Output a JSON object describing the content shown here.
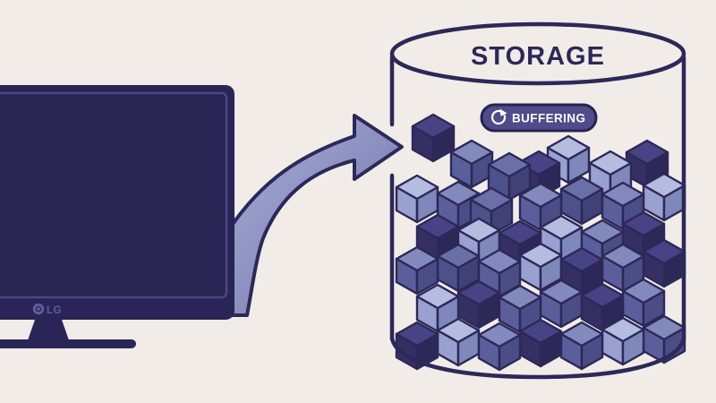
{
  "scene": {
    "background_color": "#f1ece7",
    "outline_color": "#2c2858"
  },
  "tv": {
    "brand": "LG",
    "frame_color": "#2a2557",
    "screen_color": "#292452",
    "inner_line_color": "#4b4887",
    "logo_color": "#605d9d"
  },
  "arrow": {
    "fill_from": "#a9aed6",
    "fill_to": "#6e73ab",
    "outline": "#2c2858"
  },
  "storage": {
    "label": "STORAGE",
    "label_color": "#2c2858",
    "outline_color": "#2c2858"
  },
  "buffering": {
    "label": "BUFFERING",
    "icon": "refresh-icon",
    "bg_color": "#4f4c8b",
    "border_color": "#272351",
    "text_color": "#ffffff"
  },
  "cubes": {
    "outline": "#2c2858",
    "size": 23,
    "variants": {
      "d": {
        "top": "#474384",
        "left": "#343064",
        "right": "#2c2857"
      },
      "m": {
        "top": "#8289bd",
        "left": "#5a5f9b",
        "right": "#4a4d86"
      },
      "b": {
        "top": "#6a6fa8",
        "left": "#4d5189",
        "right": "#404276"
      },
      "l": {
        "top": "#b4bce0",
        "left": "#98a1cf",
        "right": "#7f88bb"
      }
    },
    "items": [
      [
        484,
        128,
        "d"
      ],
      [
        527,
        157,
        "m"
      ],
      [
        569,
        171,
        "b"
      ],
      [
        602,
        169,
        "d"
      ],
      [
        635,
        152,
        "l"
      ],
      [
        682,
        169,
        "l"
      ],
      [
        723,
        157,
        "d"
      ],
      [
        466,
        196,
        "l"
      ],
      [
        512,
        203,
        "m"
      ],
      [
        549,
        210,
        "b"
      ],
      [
        604,
        205,
        "m"
      ],
      [
        650,
        198,
        "b"
      ],
      [
        696,
        204,
        "m"
      ],
      [
        742,
        194,
        "l"
      ],
      [
        489,
        240,
        "d"
      ],
      [
        535,
        244,
        "l"
      ],
      [
        581,
        247,
        "d"
      ],
      [
        627,
        241,
        "l"
      ],
      [
        673,
        246,
        "m"
      ],
      [
        719,
        237,
        "d"
      ],
      [
        466,
        276,
        "m"
      ],
      [
        512,
        273,
        "b"
      ],
      [
        558,
        279,
        "m"
      ],
      [
        604,
        272,
        "l"
      ],
      [
        650,
        277,
        "d"
      ],
      [
        696,
        273,
        "m"
      ],
      [
        742,
        268,
        "d"
      ],
      [
        489,
        318,
        "l"
      ],
      [
        535,
        314,
        "d"
      ],
      [
        581,
        319,
        "m"
      ],
      [
        627,
        313,
        "m"
      ],
      [
        673,
        317,
        "d"
      ],
      [
        719,
        312,
        "m"
      ],
      [
        466,
        360,
        "d"
      ],
      [
        512,
        356,
        "l"
      ],
      [
        558,
        361,
        "m"
      ],
      [
        604,
        357,
        "d"
      ],
      [
        650,
        360,
        "m"
      ],
      [
        696,
        355,
        "l"
      ],
      [
        742,
        353,
        "m"
      ]
    ]
  }
}
